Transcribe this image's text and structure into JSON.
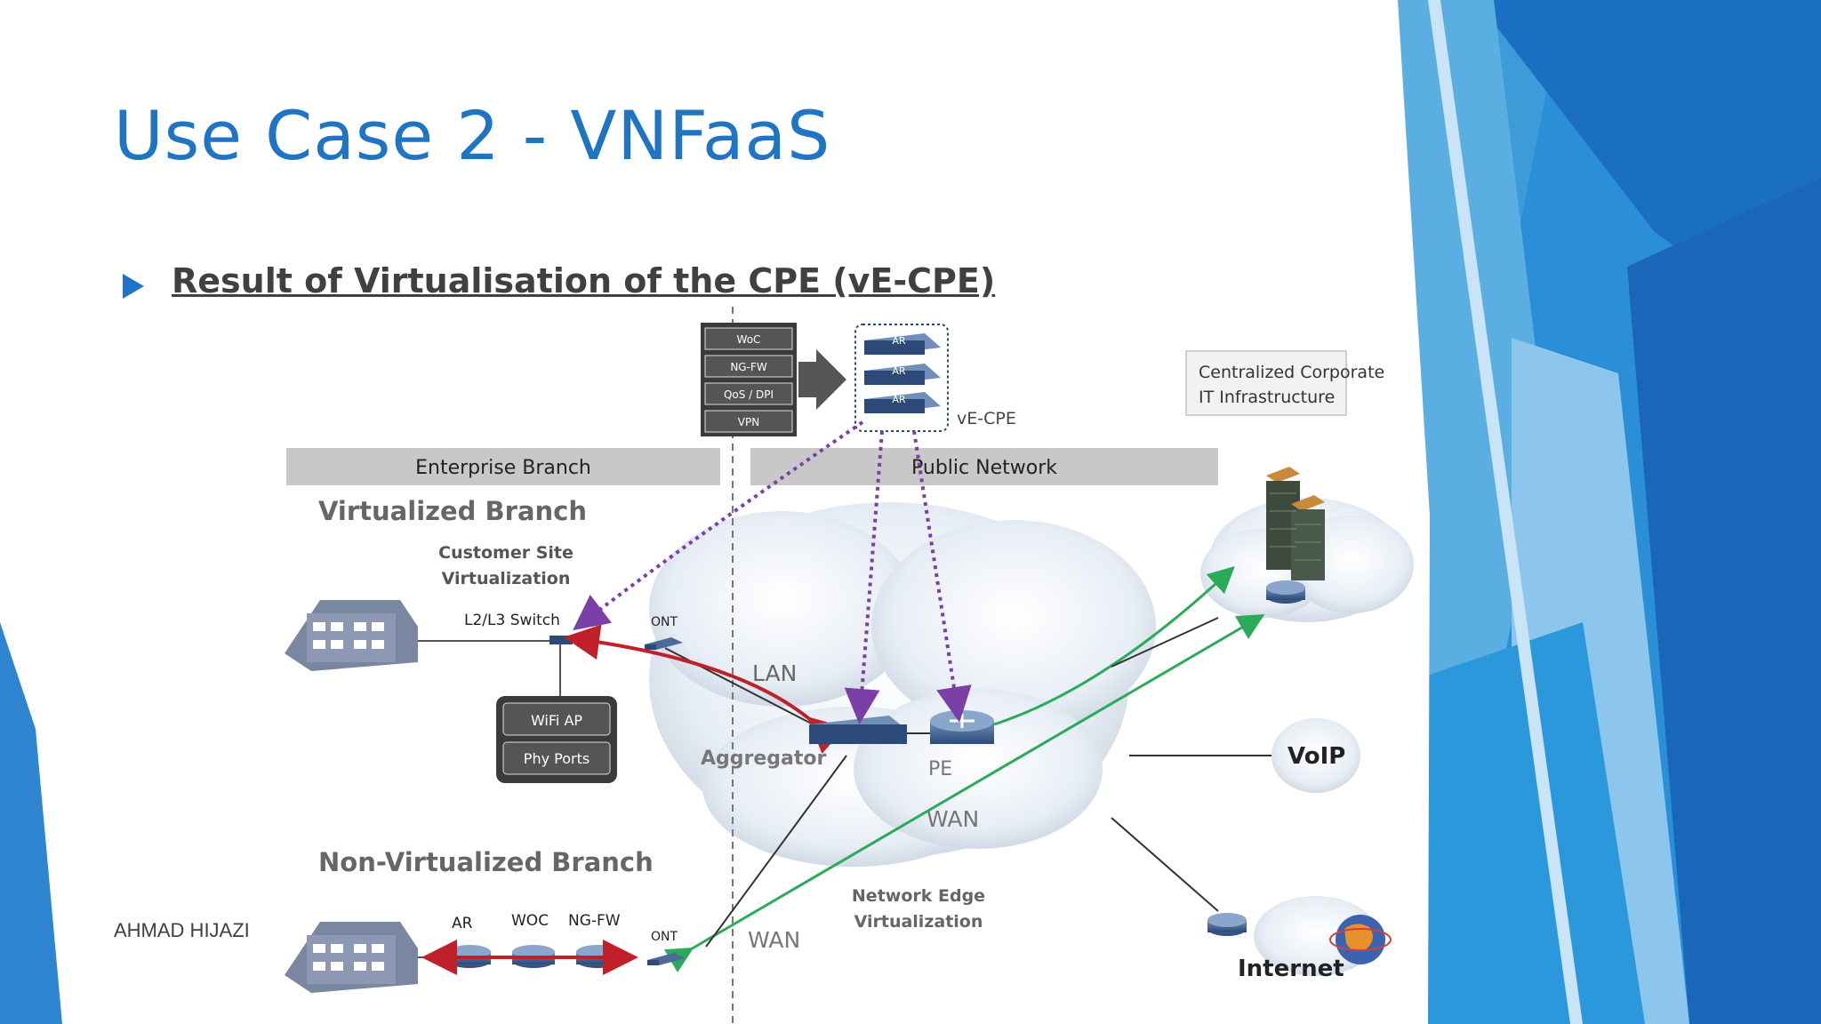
{
  "slide": {
    "title": "Use Case 2 - VNFaaS",
    "bullet": "Result of Virtualisation of the CPE (vE-CPE)",
    "footer": "AHMAD HIJAZI"
  },
  "diagram": {
    "vnf_stack": [
      "WoC",
      "NG-FW",
      "QoS / DPI",
      "VPN"
    ],
    "ar_stack": [
      "AR",
      "AR",
      "AR"
    ],
    "ve_cpe": "vE-CPE",
    "corp_box": [
      "Centralized Corporate",
      "IT Infrastructure"
    ],
    "enterprise_branch": "Enterprise Branch",
    "public_network": "Public Network",
    "virtualized_branch": "Virtualized Branch",
    "customer_site": [
      "Customer Site",
      "Virtualization"
    ],
    "l2l3_switch": "L2/L3 Switch",
    "ont_top": "ONT",
    "lan": "LAN",
    "wifi_ap": "WiFi AP",
    "phy_ports": "Phy Ports",
    "aggregator": "Aggregator",
    "pe": "PE",
    "wan_cloud": "WAN",
    "voip": "VoIP",
    "non_virtualized_branch": "Non-Virtualized Branch",
    "ar": "AR",
    "woc": "WOC",
    "ngfw": "NG-FW",
    "ont_bottom": "ONT",
    "wan_bottom": "WAN",
    "network_edge": [
      "Network Edge",
      "Virtualization"
    ],
    "internet": "Internet"
  },
  "colors": {
    "title_blue": "#1f74c4",
    "purple_dots": "#7b3fa8",
    "red_link": "#c0202a",
    "green_link": "#2bab5a"
  }
}
